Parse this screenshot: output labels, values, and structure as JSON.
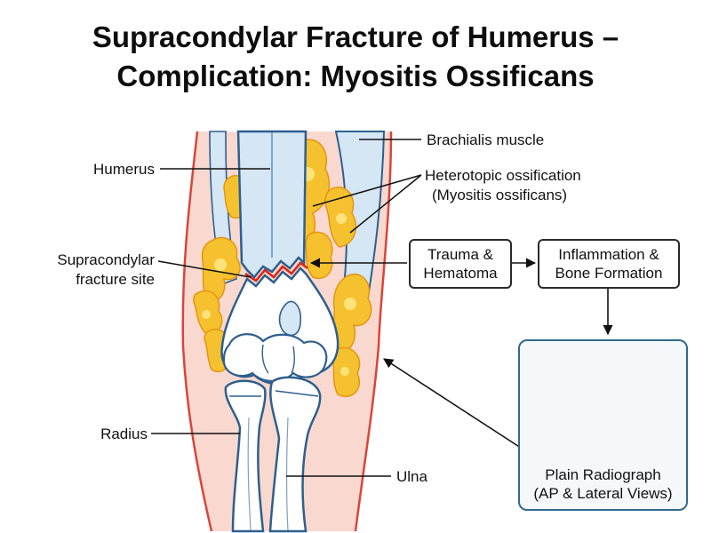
{
  "title": {
    "line1": "Supracondylar Fracture of Humerus –",
    "line2": "Complication: Myositis Ossificans"
  },
  "labels": {
    "humerus": "Humerus",
    "brachialis": "Brachialis muscle",
    "heterotopic_line1": "Heterotopic ossification",
    "heterotopic_line2": "(Myositis ossificans)",
    "fracture_line1": "Supracondylar",
    "fracture_line2": "fracture site",
    "radius": "Radius",
    "ulna": "Ulna"
  },
  "flow": {
    "trauma_line1": "Trauma &",
    "trauma_line2": "Hematoma",
    "inflammation_line1": "Inflammation &",
    "inflammation_line2": "Bone Formation",
    "radiograph_line1": "Plain Radiograph",
    "radiograph_line2": "(AP & Lateral Views)"
  },
  "colors": {
    "skin": "#f9d9cf",
    "skin_edge": "#d9453a",
    "bone_outline": "#2e5f8f",
    "bone_fill": "#ffffff",
    "bone_shade": "#cfe1f1",
    "ossification": "#f6c12f",
    "ossification_inner": "#ffe27a",
    "ossification_edge": "#e49512",
    "fracture": "#d9261c",
    "panel_border": "#2f6b8a"
  },
  "icons": [
    "x-ray-machine-icon",
    "x-ray-film-icon"
  ]
}
